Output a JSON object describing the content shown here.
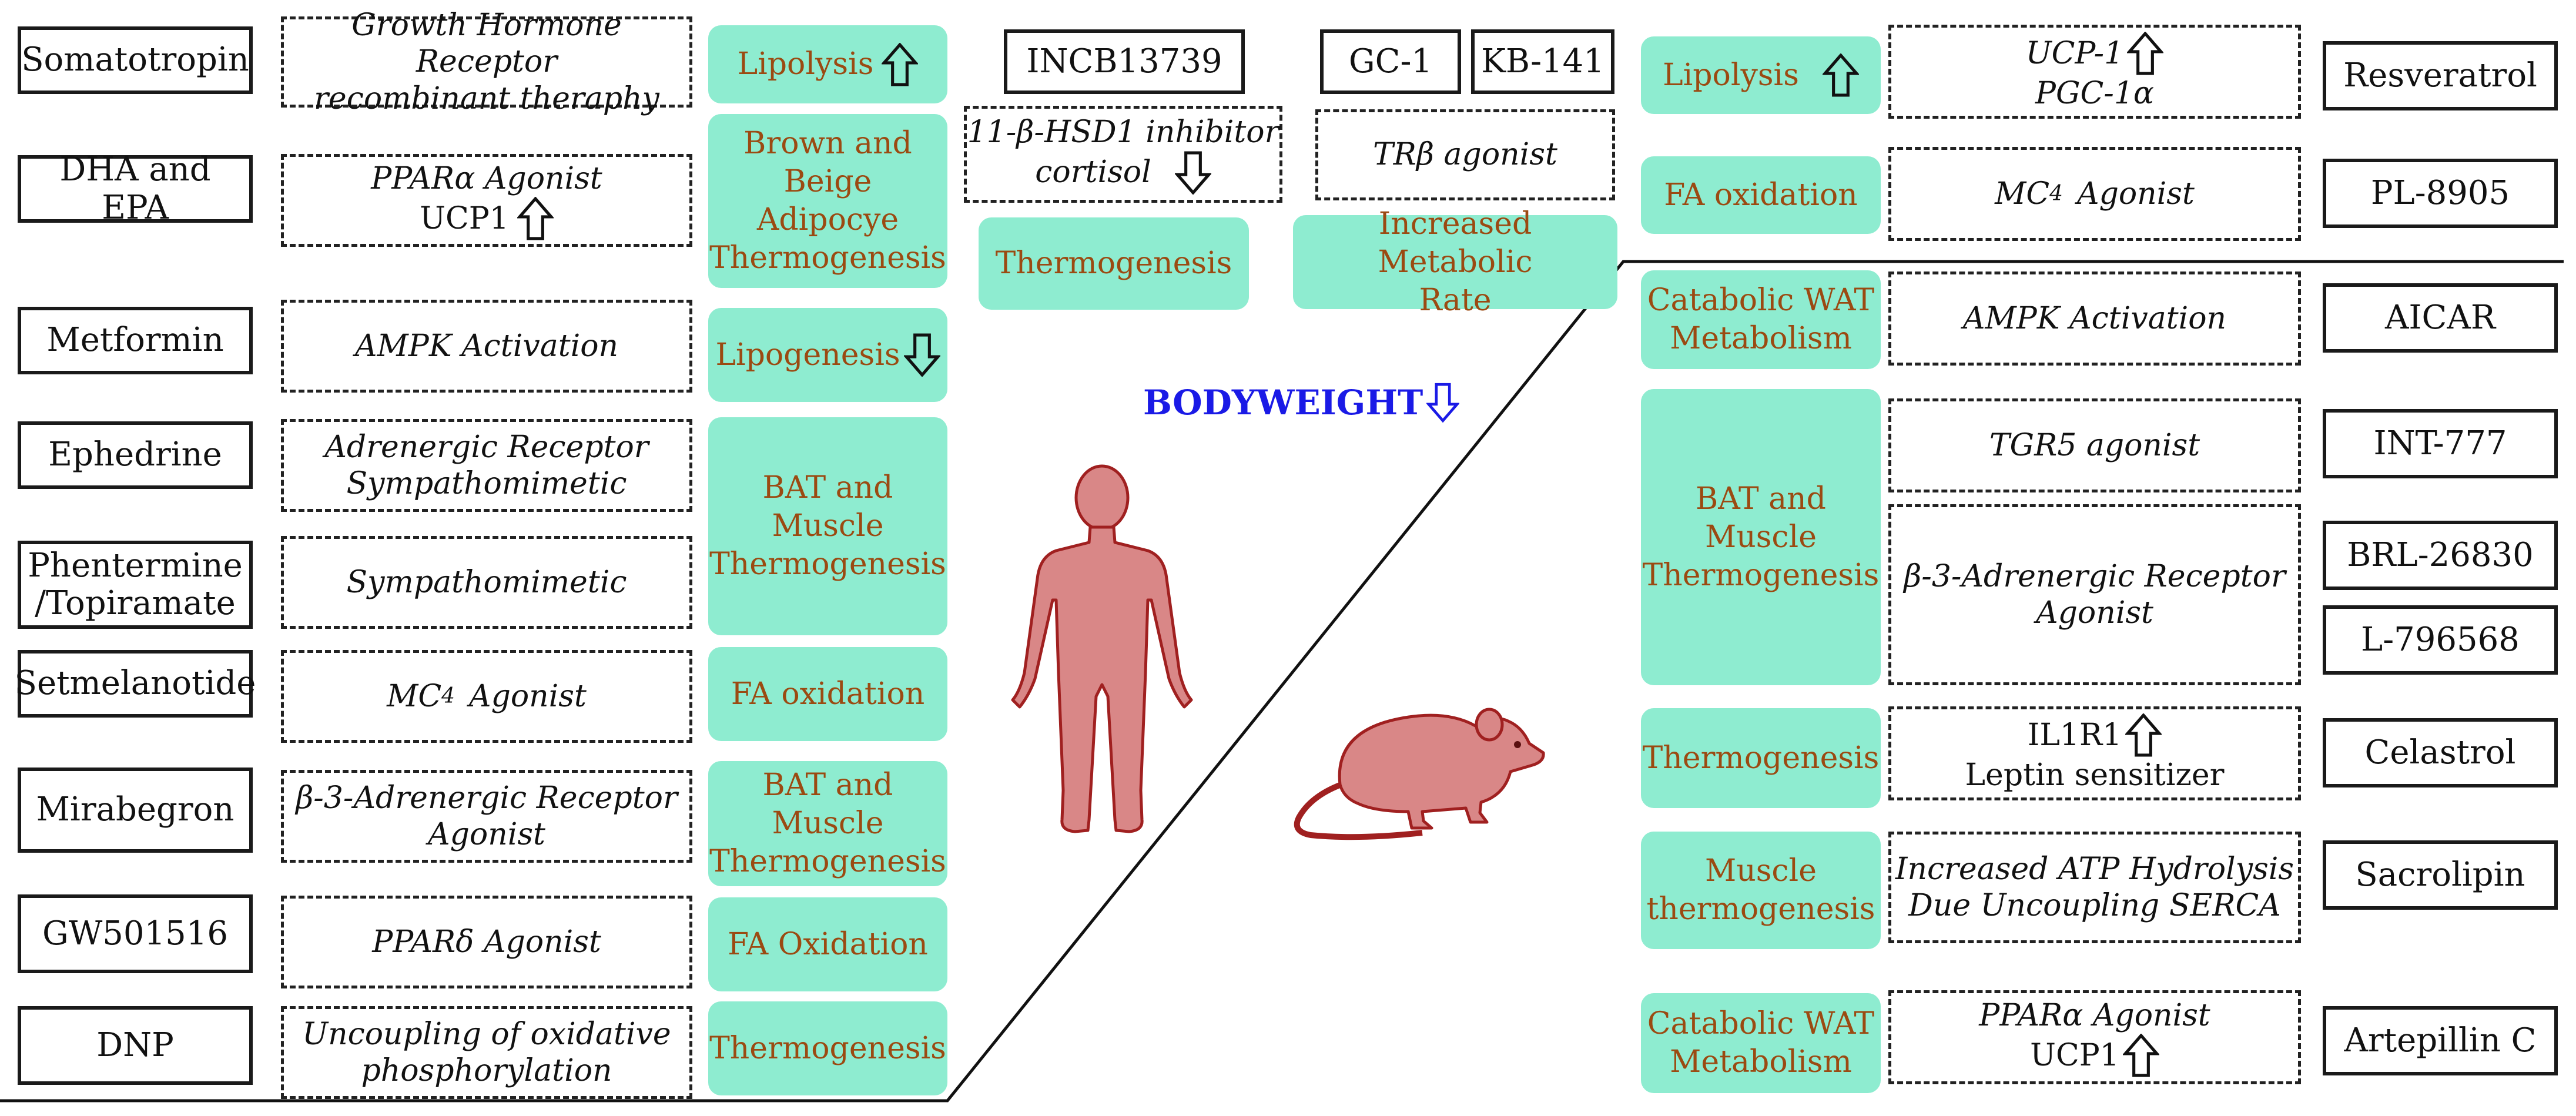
{
  "colors": {
    "effect_fill": "#8eecd0",
    "effect_text": "#9b4a12",
    "bodyweight": "#1a1ae6",
    "figure_fill": "#d98787",
    "figure_stroke": "#a02020"
  },
  "icons": {
    "up": "up-arrow-icon",
    "down": "down-arrow-icon",
    "human": "human-figure-icon",
    "mouse": "mouse-icon"
  },
  "left": {
    "drugs": [
      "Somatotropin",
      "DHA and EPA",
      "Metformin",
      "Ephedrine",
      "Phentermine",
      "/Topiramate",
      "Setmelanotide",
      "Mirabegron",
      "GW501516",
      "DNP"
    ],
    "mechs": [
      "Growth Hormone Receptor",
      "recombinant theraphy",
      "PPARα Agonist",
      "UCP1",
      "AMPK Activation",
      "Adrenergic Receptor",
      "Sympathomimetic",
      "Sympathomimetic",
      "MC",
      "4",
      "Agonist",
      "β-3-Adrenergic Receptor",
      "Agonist",
      "PPARδ Agonist",
      "Uncoupling of oxidative",
      "phosphorylation"
    ],
    "effects": [
      "Lipolysis",
      "Brown and",
      "Beige",
      "Adipocye",
      "Thermogenesis",
      "Lipogenesis",
      "BAT and",
      "Muscle",
      "Thermogenesis",
      "FA oxidation",
      "BAT and",
      "Muscle",
      "Thermogenesis",
      "FA Oxidation",
      "Thermogenesis"
    ]
  },
  "middle": {
    "incb": "INCB13739",
    "hsd_line1": "11-β-HSD1 inhibitor",
    "hsd_line2": "cortisol",
    "thermo": "Thermogenesis",
    "gc1": "GC-1",
    "kb": "KB-141",
    "trb": "TRβ agonist",
    "metab1": "Increased Metabolic",
    "metab2": "Rate",
    "bodyweight": "BODYWEIGHT"
  },
  "right": {
    "effects": [
      "Lipolysis",
      "FA oxidation",
      "Catabolic WAT",
      "Metabolism",
      "BAT and",
      "Muscle",
      "Thermogenesis",
      "Thermogenesis",
      "Muscle",
      "thermogenesis",
      "Catabolic WAT",
      "Metabolism"
    ],
    "mechs": [
      "UCP-1",
      "PGC-1α",
      "MC",
      "4",
      "Agonist",
      "AMPK Activation",
      "TGR5 agonist",
      "β-3-Adrenergic Receptor",
      "Agonist",
      "IL1R1",
      "Leptin sensitizer",
      "Increased ATP Hydrolysis",
      "Due Uncoupling SERCA",
      "PPARα Agonist",
      "UCP1"
    ],
    "drugs": [
      "Resveratrol",
      "PL-8905",
      "AICAR",
      "INT-777",
      "BRL-26830",
      "L-796568",
      "Celastrol",
      "Sacrolipin",
      "Artepillin C"
    ]
  }
}
